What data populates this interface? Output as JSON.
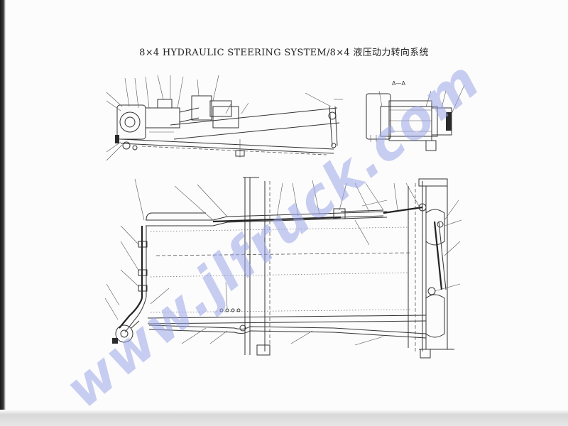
{
  "title": "8×4 HYDRAULIC STEERING SYSTEM/8×4 液压动力转向系统",
  "section_label": "A—A",
  "watermark": "www.jlfruck.com",
  "colors": {
    "watermark": "#9aa6e8",
    "ink": "#333333",
    "paper": "#fcfcfc"
  }
}
